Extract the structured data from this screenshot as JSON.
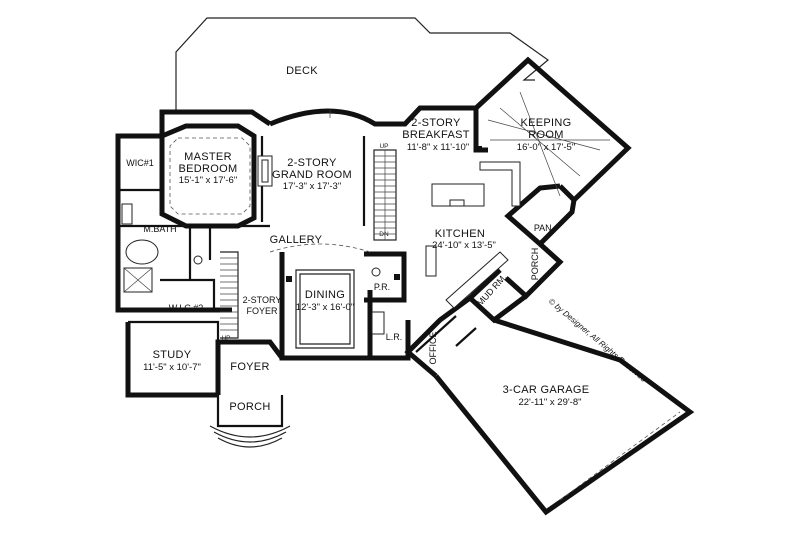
{
  "rooms": {
    "deck": {
      "name": "DECK"
    },
    "master_bedroom": {
      "name_line1": "MASTER",
      "name_line2": "BEDROOM",
      "dims": "15'-1\" x 17'-6\""
    },
    "grand_room": {
      "name_line1": "2-STORY",
      "name_line2": "GRAND ROOM",
      "dims": "17'-3\" x 17'-3\""
    },
    "breakfast": {
      "name_line1": "2-STORY",
      "name_line2": "BREAKFAST",
      "dims": "11'-8\" x 11'-10\""
    },
    "keeping_room": {
      "name_line1": "KEEPING",
      "name_line2": "ROOM",
      "dims": "16'-0\" x 17'-5\""
    },
    "wic1": {
      "name": "WIC#1"
    },
    "mbath": {
      "name": "M.BATH"
    },
    "wic2": {
      "name": "W.I.C.#2"
    },
    "gallery": {
      "name": "GALLERY"
    },
    "kitchen": {
      "name": "KITCHEN",
      "dims": "24'-10\" x 13'-5\""
    },
    "pantry": {
      "name": "PAN."
    },
    "porch_side": {
      "name": "PORCH"
    },
    "mud_rm": {
      "name": "MUD RM."
    },
    "powder": {
      "name": "P.R."
    },
    "laundry": {
      "name": "L.R."
    },
    "dining": {
      "name": "DINING",
      "dims": "12'-3\" x 16'-0\""
    },
    "foyer2": {
      "name_line1": "2-STORY",
      "name_line2": "FOYER"
    },
    "study": {
      "name": "STUDY",
      "dims": "11'-5\" x 10'-7\""
    },
    "foyer": {
      "name": "FOYER"
    },
    "porch_front": {
      "name": "PORCH"
    },
    "office": {
      "name": "OFFICE"
    },
    "garage": {
      "name": "3-CAR GARAGE",
      "dims": "22'-11\" x 29'-8\""
    }
  },
  "stairs": {
    "up_label": "UP",
    "dn_label": "DN"
  },
  "copyright": "© by Designer, All Rights Reserved"
}
